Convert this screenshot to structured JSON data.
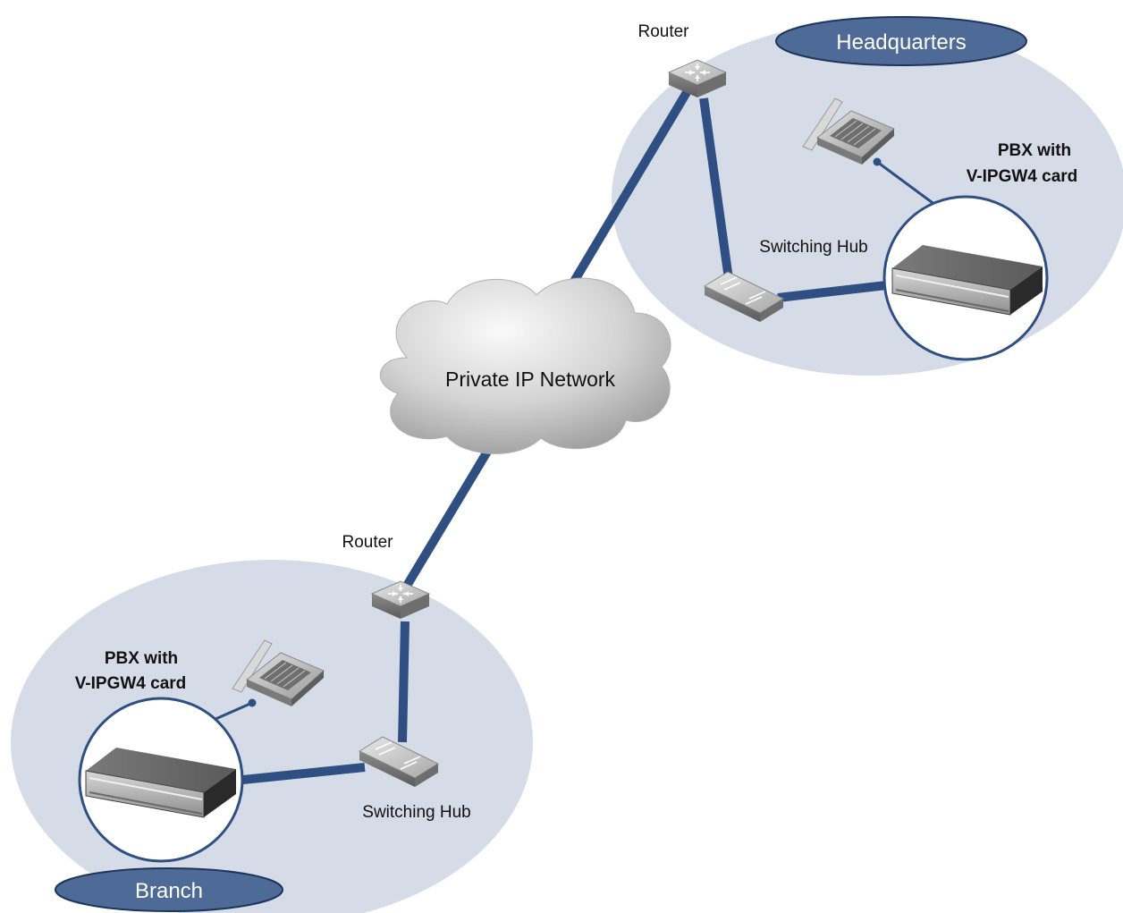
{
  "sites": {
    "headquarters": {
      "name": "Headquarters",
      "router_label": "Router",
      "hub_label": "Switching Hub",
      "pbx_label_line1": "PBX with",
      "pbx_label_line2": "V-IPGW4 card"
    },
    "branch": {
      "name": "Branch",
      "router_label": "Router",
      "hub_label": "Switching Hub",
      "pbx_label_line1": "PBX with",
      "pbx_label_line2": "V-IPGW4 card"
    }
  },
  "network": {
    "cloud_label": "Private IP Network"
  },
  "colors": {
    "site_area": "#d6dce7",
    "site_badge": "#4e6a97",
    "link": "#2f4f82",
    "cloud_light": "#f2f2f2",
    "cloud_dark": "#a9a9a9",
    "device_gray": "#9a9a9a"
  },
  "icons": [
    "router-icon",
    "switching-hub-icon",
    "pbx-icon",
    "telephone-icon",
    "cloud-icon"
  ]
}
